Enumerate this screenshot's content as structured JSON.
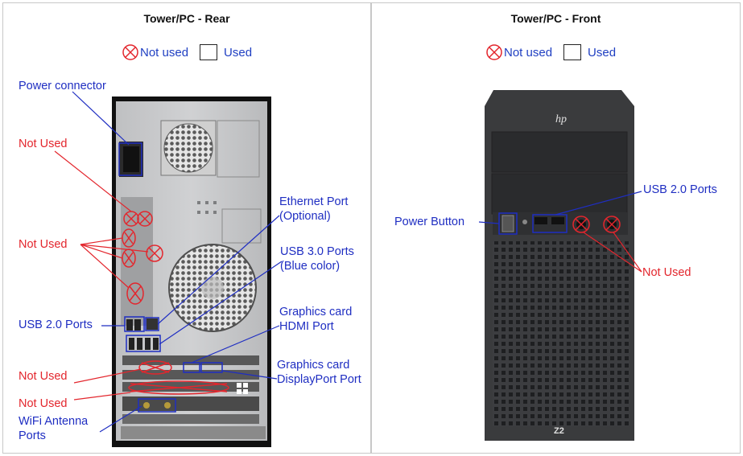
{
  "rear": {
    "title": "Tower/PC - Rear",
    "legend": {
      "not_used": "Not used",
      "used": "Used"
    },
    "labels": {
      "power_connector": "Power connector",
      "not_used_1": "Not Used",
      "not_used_2": "Not Used",
      "usb20": "USB 2.0 Ports",
      "not_used_3": "Not Used",
      "not_used_4": "Not Used",
      "wifi_line1": "WiFi Antenna",
      "wifi_line2": "Ports",
      "ethernet_line1": "Ethernet Port",
      "ethernet_line2": "(Optional)",
      "usb30_line1": "USB 3.0 Ports",
      "usb30_line2": "(Blue color)",
      "hdmi_line1": "Graphics card",
      "hdmi_line2": "HDMI Port",
      "dp_line1": "Graphics card",
      "dp_line2": "DisplayPort Port"
    }
  },
  "front": {
    "title": "Tower/PC - Front",
    "legend": {
      "not_used": "Not used",
      "used": "Used"
    },
    "labels": {
      "usb20": "USB 2.0 Ports",
      "power_button": "Power Button",
      "not_used": "Not Used"
    },
    "branding": {
      "brand_mark": "hp",
      "model": "Z2"
    }
  },
  "colors": {
    "label_blue": "#1f2ec2",
    "label_red": "#e3262d",
    "case_dark": "#3a3b3d"
  }
}
